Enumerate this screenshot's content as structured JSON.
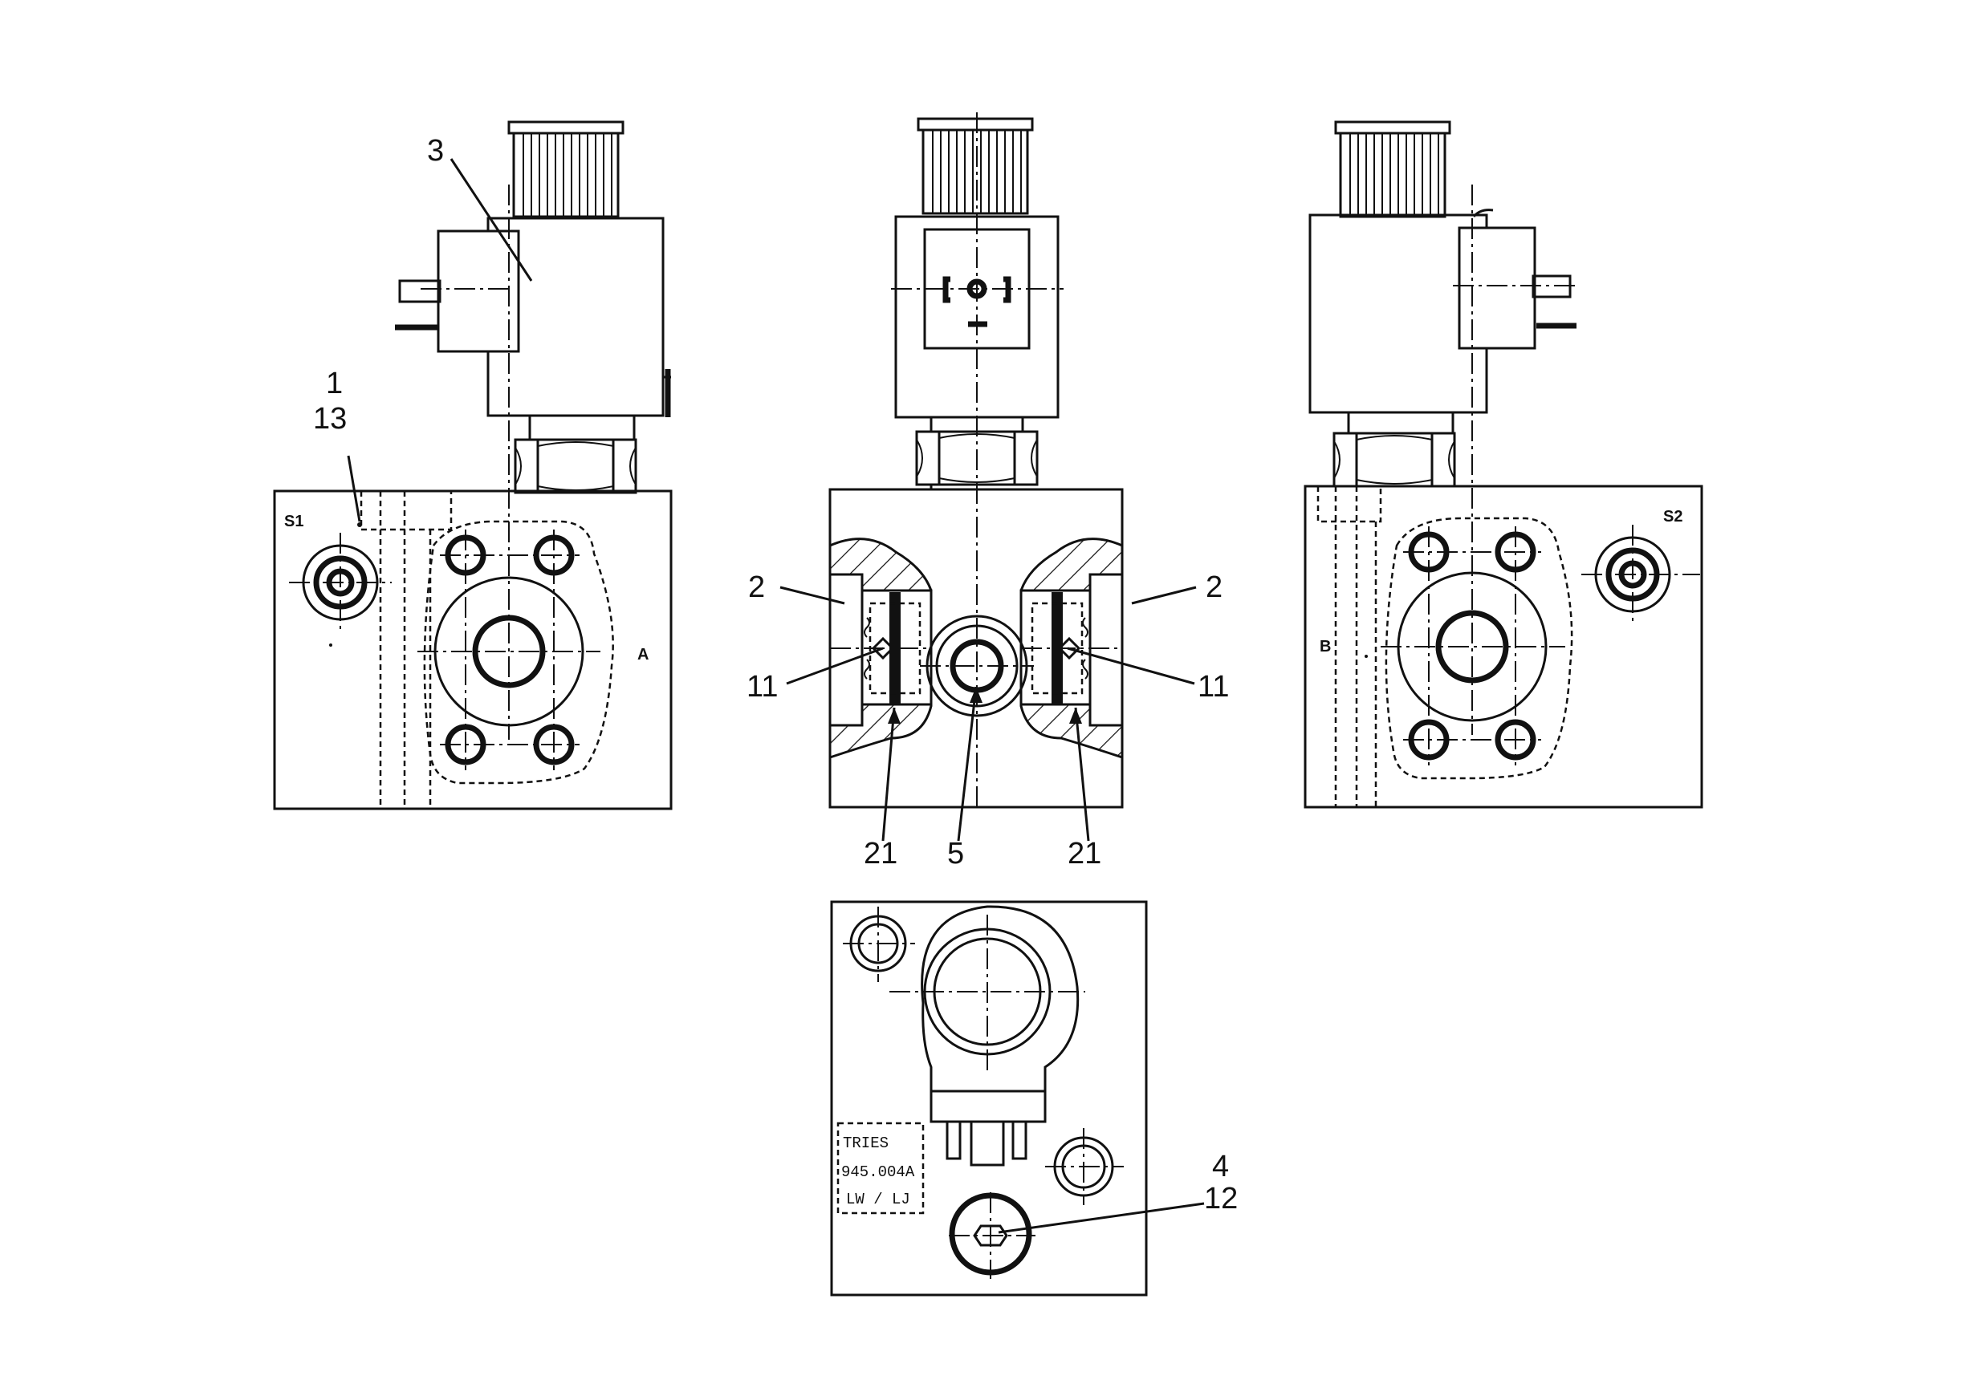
{
  "callouts": {
    "c3": "3",
    "c1": "1",
    "c13": "13",
    "c2_left": "2",
    "c2_right": "2",
    "c11_left": "11",
    "c11_right": "11",
    "c21_left": "21",
    "c5": "5",
    "c21_right": "21",
    "c4": "4",
    "c12": "12"
  },
  "ports": {
    "s1": "S1",
    "a": "A",
    "s2": "S2",
    "b": "B"
  },
  "nameplate": {
    "line1": "TRIES",
    "line2": "945.004A",
    "line3": "LW / LJ"
  },
  "colors": {
    "ink": "#111111",
    "paper": "#ffffff"
  }
}
